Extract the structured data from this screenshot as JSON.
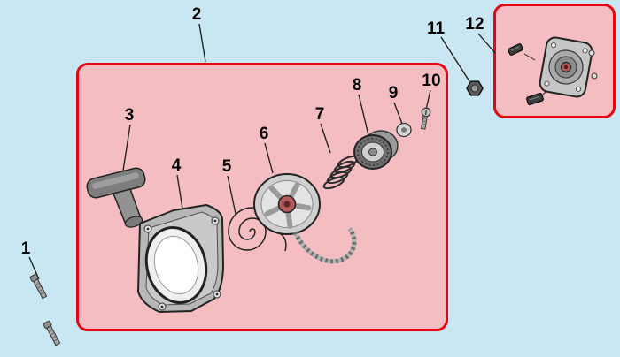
{
  "diagram": {
    "type": "exploded-parts-diagram",
    "colors": {
      "background": "#c9e7f2",
      "panel_fill": "#f4bdc2",
      "panel_border": "#e30613",
      "callout_line": "#1a1a1a",
      "callout_text": "#000000",
      "hub_accent": "#b25959"
    },
    "callouts": [
      {
        "number": "1"
      },
      {
        "number": "2"
      },
      {
        "number": "3"
      },
      {
        "number": "4"
      },
      {
        "number": "5"
      },
      {
        "number": "6"
      },
      {
        "number": "7"
      },
      {
        "number": "8"
      },
      {
        "number": "9"
      },
      {
        "number": "10"
      },
      {
        "number": "11"
      },
      {
        "number": "12"
      }
    ]
  }
}
